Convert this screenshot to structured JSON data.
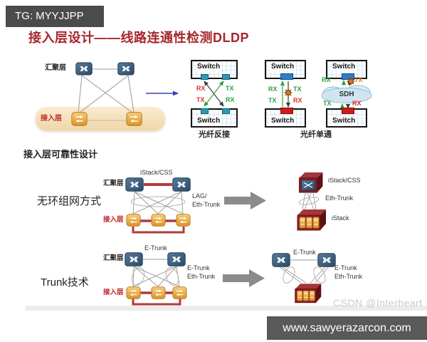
{
  "header": {
    "tg_badge": "TG: MYYJJPP",
    "title": "接入层设计——线路连通性检测DLDP"
  },
  "layers": {
    "aggregation": "汇聚层",
    "access": "接入层"
  },
  "fiber": {
    "switch_label": "Switch",
    "rx": "RX",
    "tx": "TX",
    "reverse_caption": "光纤反接",
    "single_caption": "光纤单通",
    "sdh_label": "SDH"
  },
  "reliability": {
    "heading": "接入层可靠性设计",
    "row1": {
      "label": "无环组网方式",
      "top_link": "iStack/CSS",
      "side_label1": "LAG/",
      "side_label2": "Eth-Trunk",
      "result_top": "iStack/CSS",
      "result_link": "Eth-Trunk",
      "result_bottom": "iStack"
    },
    "row2": {
      "label": "Trunk技术",
      "top_link": "E-Trunk",
      "side_label1": "E-Trunk",
      "side_label2": "Eth-Trunk",
      "result_top": "E-Trunk",
      "result_side1": "E-Trunk",
      "result_side2": "Eth-Trunk"
    }
  },
  "watermark": "CSDN @Interheart",
  "footer": {
    "url": "www.sawyerazarcon.com"
  },
  "colors": {
    "title_red": "#a6262c",
    "line_red": "#b23a3c",
    "green": "#2f9e44",
    "label_red": "#d63125",
    "banner_gray": "#4b4b4b",
    "footer_gray": "#595959",
    "port_teal": "#2b9bb4",
    "port_blue": "#2d7ec6",
    "port_red": "#d11a1a"
  }
}
